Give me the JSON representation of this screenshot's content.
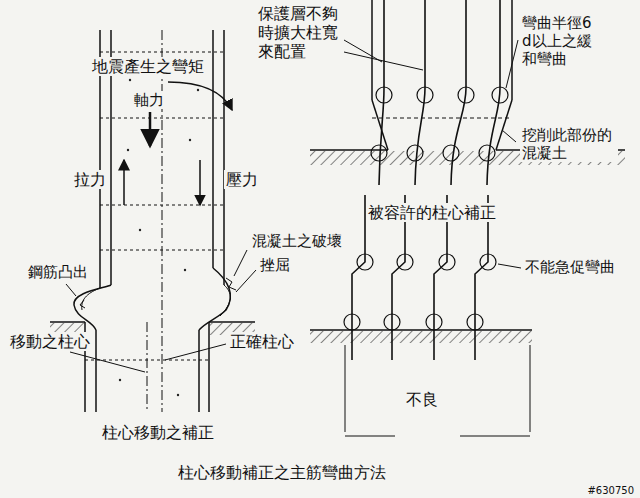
{
  "diagram": {
    "caption": "柱心移動補正之主筋彎曲方法",
    "labels": [
      "地震產生之彎矩",
      "軸力",
      "拉力",
      "壓力",
      "混凝土之破壞",
      "挫屈",
      "鋼筋凸出",
      "移動之柱心",
      "正確柱心",
      "柱心移動之補正",
      "保護層不夠 時擴大柱寬 來配置",
      "彎曲半徑6 d以上之緩 和彎曲",
      "挖削此部份的 混凝土",
      "被容許的柱心補正",
      "不能急促彎曲",
      "不良",
      "#630750"
    ]
  }
}
